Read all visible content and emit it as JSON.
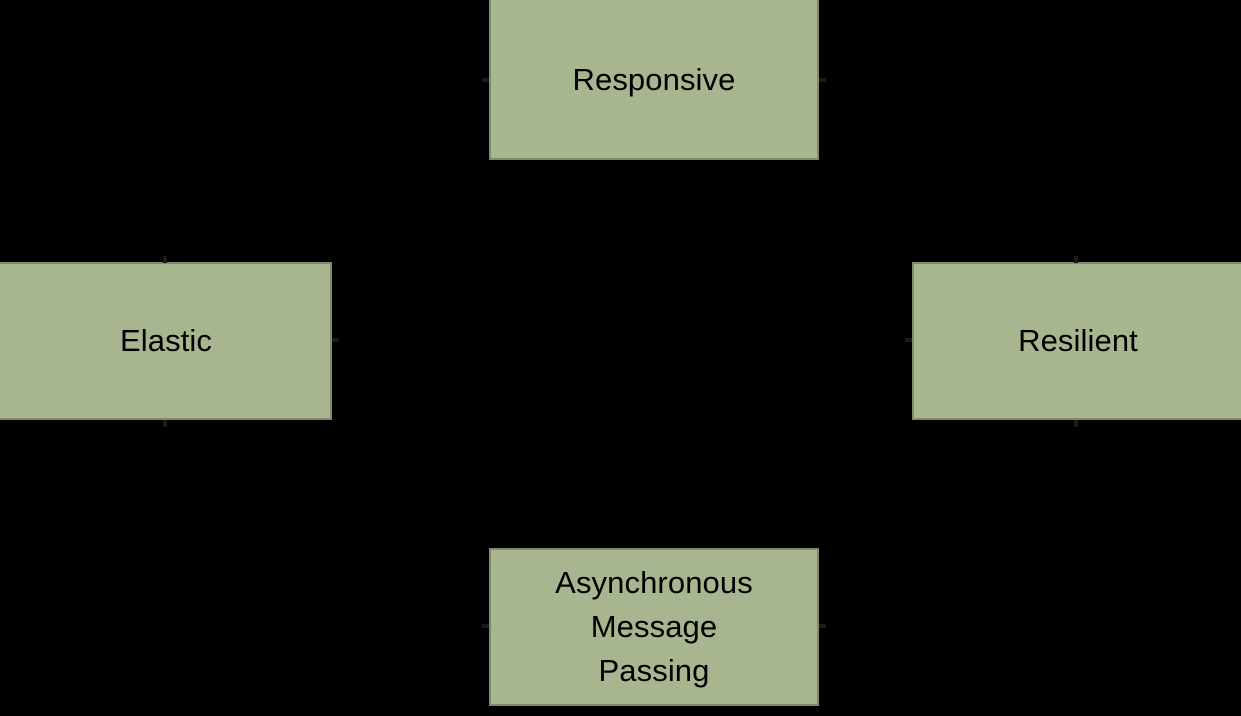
{
  "diagram": {
    "background_color": "#000000",
    "node_fill_color": "#A7B68E",
    "node_border_color": "#7E8C6B",
    "node_text_color": "#000000",
    "nodes": [
      {
        "id": "responsive",
        "label": "Responsive",
        "position": "top",
        "cropped": "top edge extends above image frame"
      },
      {
        "id": "elastic",
        "label": "Elastic",
        "position": "left",
        "cropped": "left edge extends past image frame"
      },
      {
        "id": "resilient",
        "label": "Resilient",
        "position": "right",
        "cropped": "right edge extends past image frame"
      },
      {
        "id": "async-message-passing",
        "label": "Asynchronous\nMessage\nPassing",
        "position": "bottom",
        "cropped": "bottom edge extends below image frame"
      }
    ],
    "connector_stubs": [
      {
        "id": "responsive-left",
        "orientation": "horizontal"
      },
      {
        "id": "responsive-right",
        "orientation": "horizontal"
      },
      {
        "id": "elastic-top",
        "orientation": "vertical"
      },
      {
        "id": "elastic-bottom",
        "orientation": "vertical"
      },
      {
        "id": "elastic-right",
        "orientation": "horizontal"
      },
      {
        "id": "resilient-top",
        "orientation": "vertical"
      },
      {
        "id": "resilient-bottom",
        "orientation": "vertical"
      },
      {
        "id": "resilient-left",
        "orientation": "horizontal"
      },
      {
        "id": "async-left",
        "orientation": "horizontal"
      },
      {
        "id": "async-right",
        "orientation": "horizontal"
      }
    ]
  }
}
